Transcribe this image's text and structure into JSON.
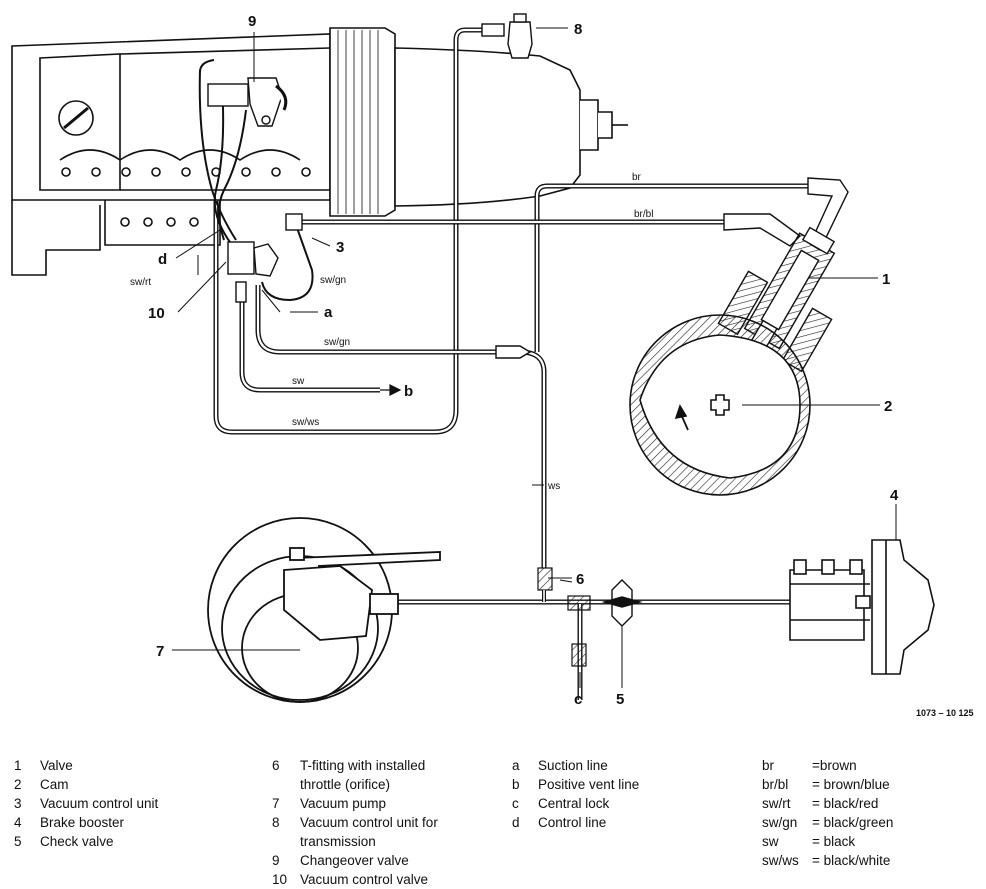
{
  "diagram": {
    "callouts": [
      "1",
      "2",
      "3",
      "4",
      "5",
      "6",
      "7",
      "8",
      "9",
      "10",
      "a",
      "b",
      "c",
      "d"
    ],
    "wire_labels": {
      "br": "br",
      "br_bl": "br/bl",
      "sw_rt": "sw/rt",
      "sw_gn_upper": "sw/gn",
      "sw_gn_lower": "sw/gn",
      "sw": "sw",
      "sw_ws": "sw/ws",
      "ws": "ws"
    },
    "drawing_number": "1073 – 10 125"
  },
  "legend": {
    "components": [
      {
        "key": "1",
        "text": "Valve"
      },
      {
        "key": "2",
        "text": "Cam"
      },
      {
        "key": "3",
        "text": "Vacuum control unit"
      },
      {
        "key": "4",
        "text": "Brake booster"
      },
      {
        "key": "5",
        "text": "Check valve"
      }
    ],
    "components2": [
      {
        "key": "6",
        "text": "T-fitting with installed",
        "cont": "throttle (orifice)"
      },
      {
        "key": "7",
        "text": "Vacuum pump"
      },
      {
        "key": "8",
        "text": "Vacuum control unit for",
        "cont": "transmission"
      },
      {
        "key": "9",
        "text": "Changeover valve"
      },
      {
        "key": "10",
        "text": "Vacuum control valve"
      }
    ],
    "lines": [
      {
        "key": "a",
        "text": "Suction line"
      },
      {
        "key": "b",
        "text": "Positive vent line"
      },
      {
        "key": "c",
        "text": "Central lock"
      },
      {
        "key": "d",
        "text": "Control line"
      }
    ],
    "colors": [
      {
        "key": "br",
        "text": "=brown"
      },
      {
        "key": "br/bl",
        "text": "= brown/blue"
      },
      {
        "key": "sw/rt",
        "text": "= black/red"
      },
      {
        "key": "sw/gn",
        "text": "= black/green"
      },
      {
        "key": "sw",
        "text": "= black"
      },
      {
        "key": "sw/ws",
        "text": "= black/white"
      }
    ]
  }
}
